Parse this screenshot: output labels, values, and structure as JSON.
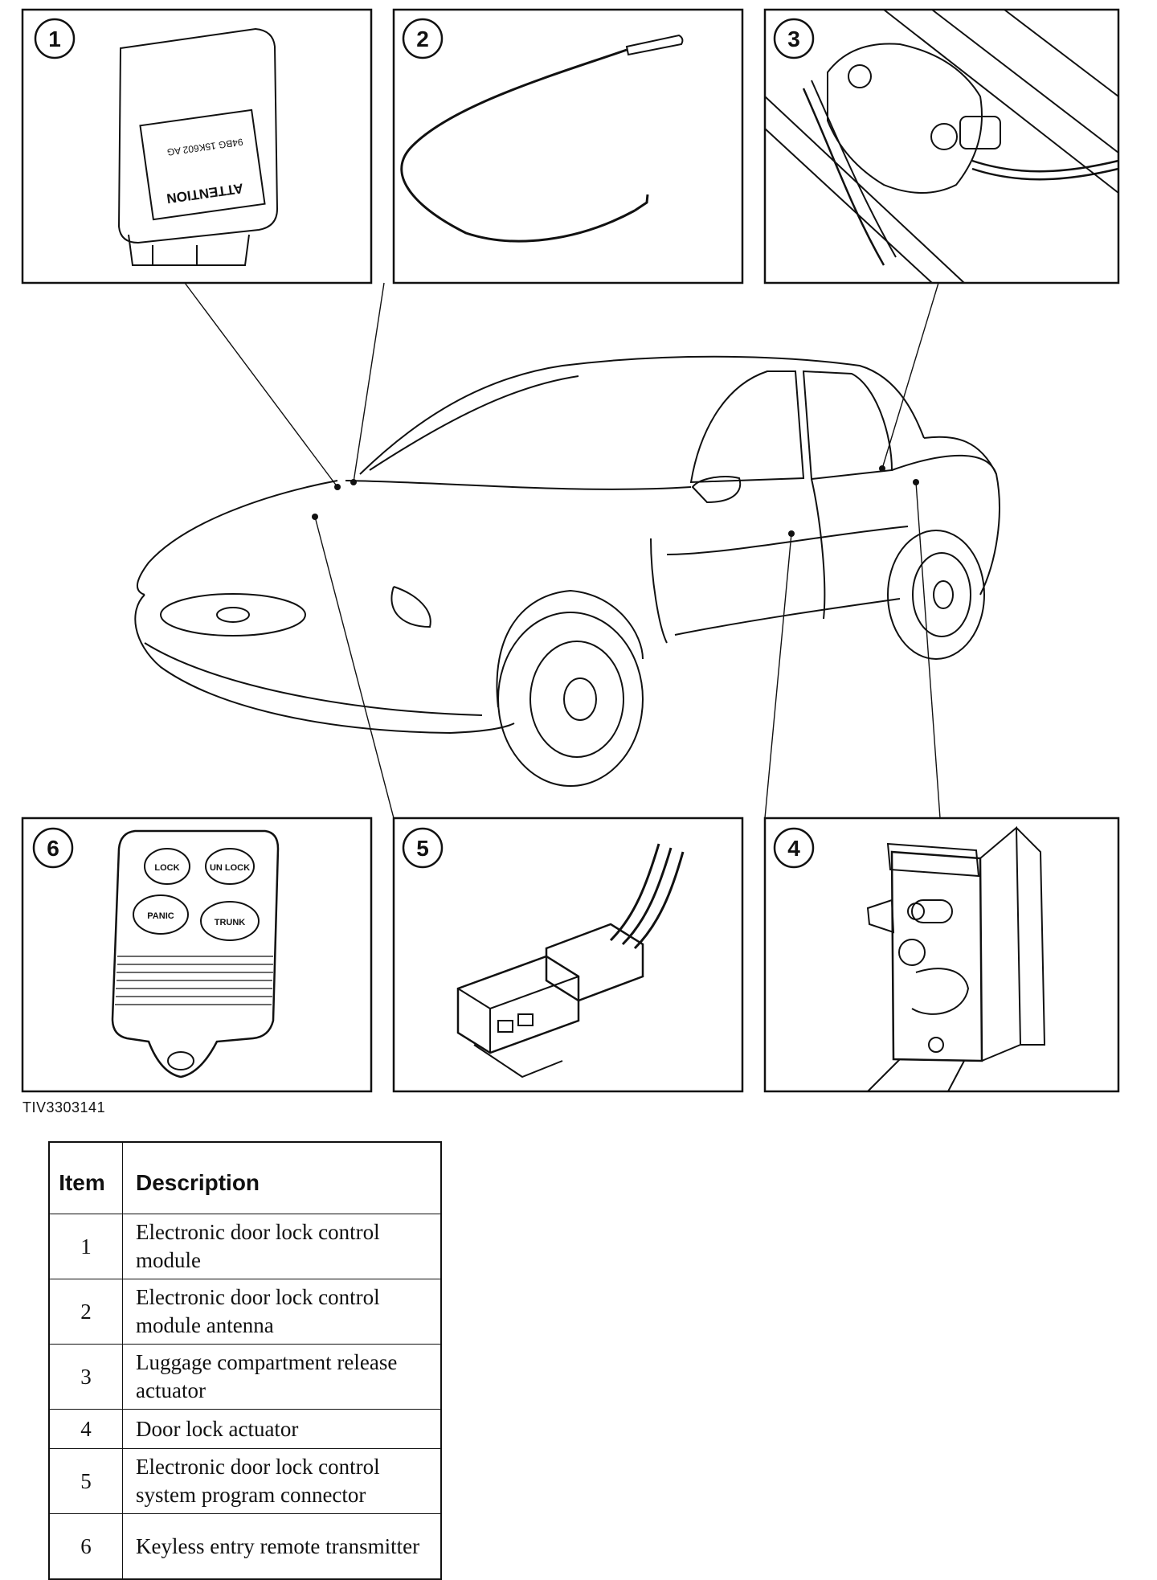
{
  "panels": [
    {
      "number": "1",
      "module_label_text": "ATTENTION",
      "module_part_no": "94BG 15K602 AG"
    },
    {
      "number": "2"
    },
    {
      "number": "3"
    },
    {
      "number": "6",
      "buttons": [
        "LOCK",
        "UN LOCK",
        "PANIC",
        "TRUNK"
      ]
    },
    {
      "number": "5"
    },
    {
      "number": "4"
    }
  ],
  "figure_id": "TIV3303141",
  "legend": {
    "headers": {
      "item": "Item",
      "description": "Description"
    },
    "rows": [
      {
        "item": "1",
        "description": "Electronic door lock control module"
      },
      {
        "item": "2",
        "description": "Electronic door lock control module antenna"
      },
      {
        "item": "3",
        "description": "Luggage compartment release actuator"
      },
      {
        "item": "4",
        "description": "Door lock actuator"
      },
      {
        "item": "5",
        "description": "Electronic door lock control system program connector"
      },
      {
        "item": "6",
        "description": "Keyless entry remote transmitter"
      }
    ]
  }
}
